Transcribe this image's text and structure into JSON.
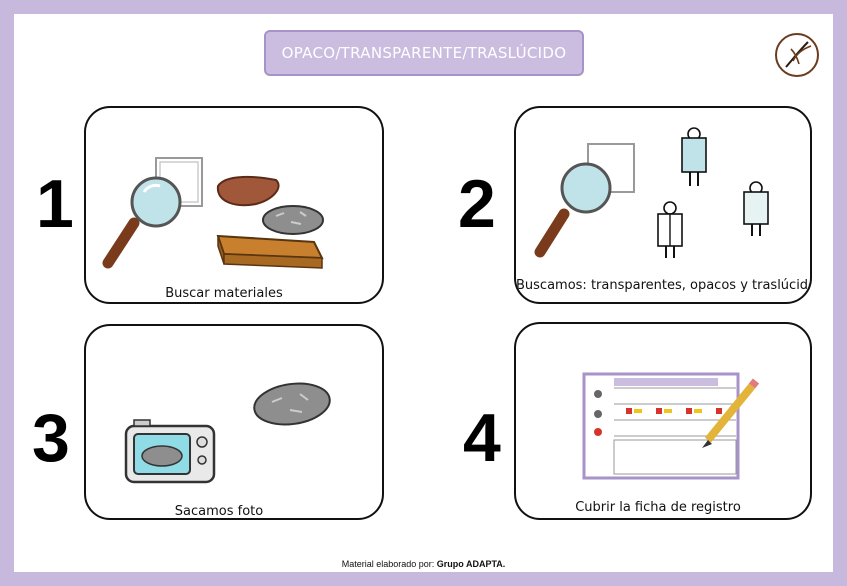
{
  "title": "OPACO/TRANSPARENTE/TRASLÚCIDO",
  "steps": [
    {
      "number": "1",
      "caption": "Buscar materiales"
    },
    {
      "number": "2",
      "caption": "Buscamos: transparentes, opacos y traslúcidos"
    },
    {
      "number": "3",
      "caption": "Sacamos foto"
    },
    {
      "number": "4",
      "caption": "Cubrir la ficha de registro"
    }
  ],
  "footer": {
    "prefix": "Material elaborado por: ",
    "author": "Grupo ADAPTA."
  },
  "colors": {
    "frame": "#c7b9dd",
    "title_bg": "#cbbde0",
    "title_border": "#a893c9",
    "logo": "#6b3b1e"
  }
}
